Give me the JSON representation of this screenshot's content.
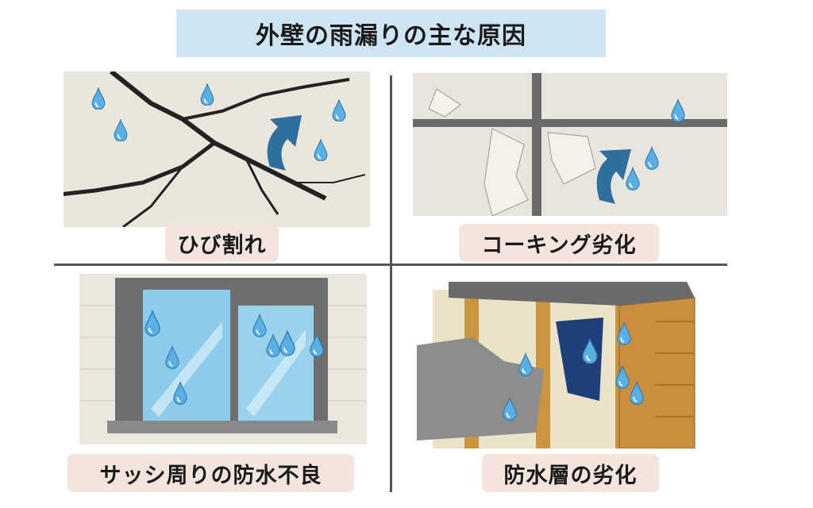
{
  "title": "外壁の雨漏りの主な原因",
  "causes": [
    {
      "label": "ひび割れ"
    },
    {
      "label": "コーキング劣化"
    },
    {
      "label": "サッシ周りの防水不良"
    },
    {
      "label": "防水層の劣化"
    }
  ],
  "colors": {
    "title_bg": "#cfe5f4",
    "label_bg": "#f3e5dc",
    "drop": "#4aa3dc",
    "arrow": "#2f6f9f",
    "wall": "#ebe6dc"
  }
}
